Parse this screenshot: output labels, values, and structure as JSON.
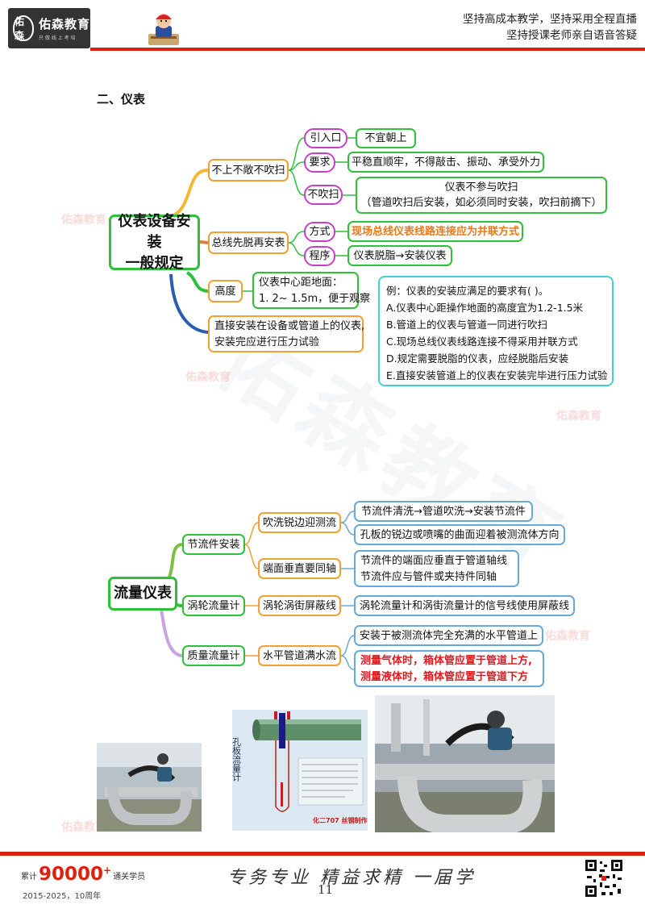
{
  "header": {
    "logo_text": "佑森教育",
    "logo_tagline": "只 做 线 上 考 培",
    "logo_seal": "佑森",
    "slogan_line1": "坚持高成本教学，坚持采用全程直播",
    "slogan_line2": "坚持授课老师亲自语音答疑",
    "accent_color": "#d9230f"
  },
  "section_title": "二、仪表",
  "mindmap1": {
    "root": "仪表设备安装\n一般规定",
    "branches": [
      {
        "label": "不上不敞不吹扫",
        "children": [
          {
            "label": "引入口",
            "leaf": "不宜朝上"
          },
          {
            "label": "要求",
            "leaf": "平稳直顺牢，不得敲击、振动、承受外力"
          },
          {
            "label": "不吹扫",
            "leaf_line1": "仪表不参与吹扫",
            "leaf_line2": "（管道吹扫后安装，如必须同时安装，吹扫前摘下）"
          }
        ]
      },
      {
        "label": "总线先脱再安表",
        "children": [
          {
            "label": "方式",
            "leaf": "现场总线仪表线路连接应为并联方式"
          },
          {
            "label": "程序",
            "leaf": "仪表脱脂→安装仪表"
          }
        ]
      },
      {
        "label": "高度",
        "leaf_line1": "仪表中心距地面：",
        "leaf_line2": "1. 2~ 1.5m，便于观察"
      },
      {
        "label_line1": "直接安装在设备或管道上的仪表,",
        "label_line2": "安装完应进行压力试验"
      }
    ]
  },
  "example": {
    "question": "例：仪表的安装应满足的要求有(    )。",
    "options": [
      "A.仪表中心距操作地面的高度宜为1.2-1.5米",
      "B.管道上的仪表与管道一同进行吹扫",
      "C.现场总线仪表线路连接不得采用并联方式",
      "D.规定需要脱脂的仪表，应经脱脂后安装",
      "E.直接安装管道上的仪表在安装完毕进行压力试验"
    ]
  },
  "mindmap2": {
    "root": "流量仪表",
    "branches": [
      {
        "label": "节流件安装",
        "children": [
          {
            "label": "吹洗锐边迎测流",
            "leaves": [
              "节流件清洗→管道吹洗→安装节流件",
              "孔板的锐边或喷嘴的曲面迎着被测流体方向"
            ]
          },
          {
            "label": "端面垂直要同轴",
            "leaf_line1": "节流件的端面应垂直于管道轴线",
            "leaf_line2": "节流件应与管件或夹持件同轴"
          }
        ]
      },
      {
        "label": "涡轮流量计",
        "children": [
          {
            "label": "涡轮涡街屏蔽线",
            "leaf": "涡轮流量计和涡街流量计的信号线使用屏蔽线"
          }
        ]
      },
      {
        "label": "质量流量计",
        "children": [
          {
            "label": "水平管道满水流",
            "leaf": "安装于被测流体完全充满的水平管道上",
            "red_line1": "测量气体时，箱体管应置于管道上方,",
            "red_line2": "测量液体时，箱体管应置于管道下方"
          }
        ]
      }
    ]
  },
  "diagram": {
    "title": "孔板流量计",
    "footer": "化二707 丝钢制作"
  },
  "watermark": "佑森教育",
  "footer": {
    "count_prefix": "累计",
    "count": "90000",
    "count_plus": "+",
    "count_suffix": "通关学员",
    "years": "2015-2025，10周年",
    "signature": "专务专业  精益求精 一届学",
    "page": "11"
  }
}
